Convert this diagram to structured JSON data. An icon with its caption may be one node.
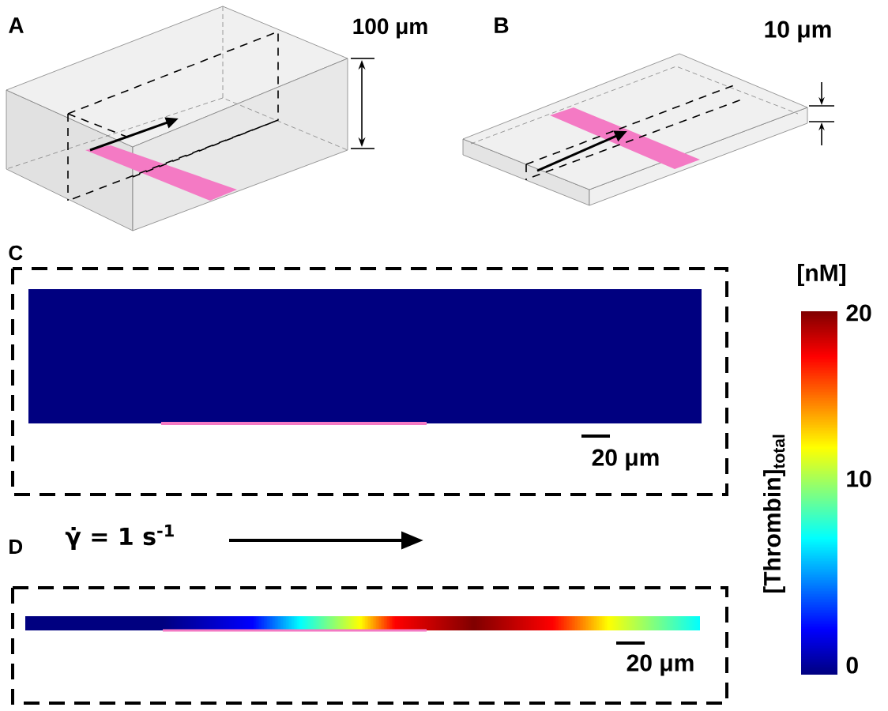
{
  "diagram": {
    "labels": [
      "A",
      "100 μm",
      "B",
      "10 μm",
      "C",
      "[nM]",
      "20",
      "10",
      "0",
      "[Thrombin]$_{total}$",
      "20 μm",
      "D",
      "γ̇ = 1 s$^{-1}$",
      "20 μm"
    ]
  }
}
